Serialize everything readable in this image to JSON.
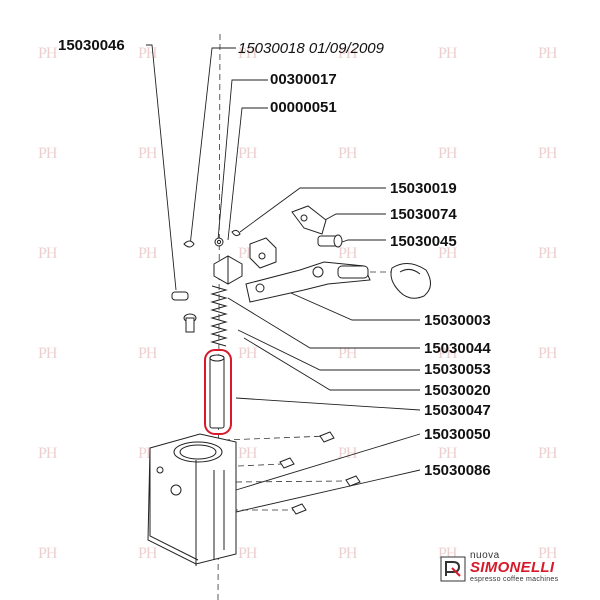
{
  "header": {
    "drawing_ref": "15030018 01/09/2009"
  },
  "part_numbers": [
    "15030046",
    "00300017",
    "00000051",
    "15030019",
    "15030074",
    "15030045",
    "15030003",
    "15030044",
    "15030053",
    "15030020",
    "15030047",
    "15030050",
    "15030086"
  ],
  "watermark_glyph": "PH",
  "logo": {
    "prefix": "nuova",
    "brand": "SIMONELLI",
    "tagline": "espresso coffee machines"
  },
  "colors": {
    "highlight": "#d7192a",
    "watermark": "#ecd0cf",
    "line": "#222222"
  }
}
